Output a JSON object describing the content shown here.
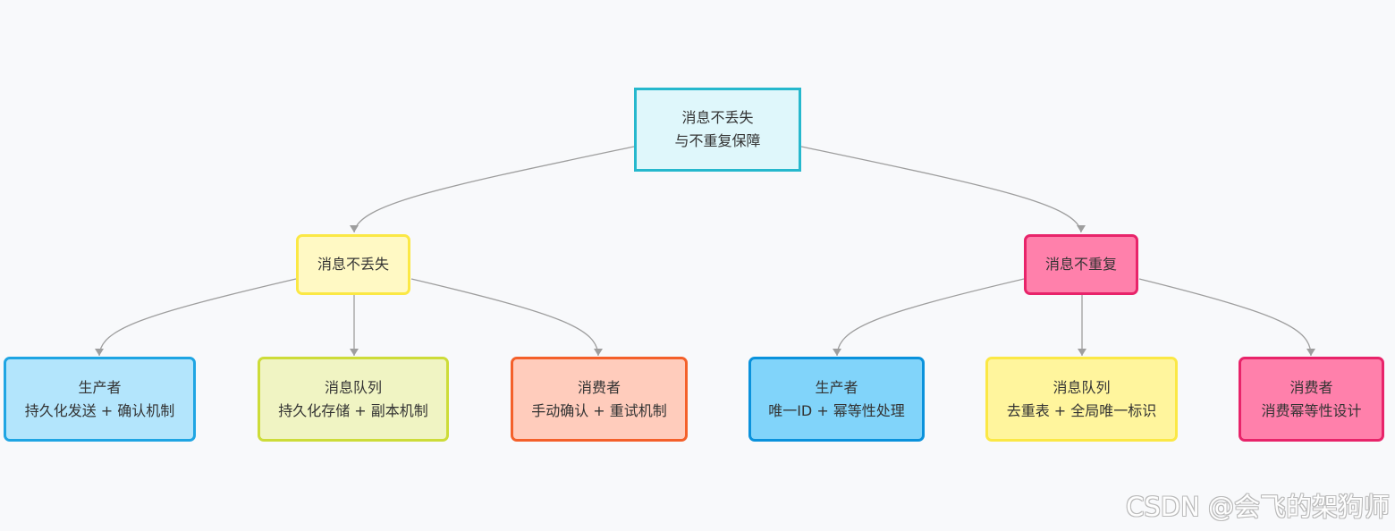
{
  "diagram": {
    "root": {
      "lines": [
        "消息不丢失",
        "与不重复保障"
      ],
      "fill": "#dff7fb",
      "stroke": "#26b8cd"
    },
    "branches": [
      {
        "label": "消息不丢失",
        "fill": "#fff9c4",
        "stroke": "#fbe845",
        "children": [
          {
            "title": "生产者",
            "detail": "持久化发送 + 确认机制",
            "fill": "#b3e5fc",
            "stroke": "#1fa5e3"
          },
          {
            "title": "消息队列",
            "detail": "持久化存储 + 副本机制",
            "fill": "#f0f4c3",
            "stroke": "#cddc39"
          },
          {
            "title": "消费者",
            "detail": "手动确认 + 重试机制",
            "fill": "#ffccbc",
            "stroke": "#f4602a"
          }
        ]
      },
      {
        "label": "消息不重复",
        "fill": "#ff80ab",
        "stroke": "#e8246a",
        "children": [
          {
            "title": "生产者",
            "detail": "唯一ID + 幂等性处理",
            "fill": "#81d4fa",
            "stroke": "#0a92dc"
          },
          {
            "title": "消息队列",
            "detail": "去重表 + 全局唯一标识",
            "fill": "#fff59d",
            "stroke": "#fbe845"
          },
          {
            "title": "消费者",
            "detail": "消费幂等性设计",
            "fill": "#ff80ab",
            "stroke": "#e8246a"
          }
        ]
      }
    ],
    "edge_color": "#9e9e9e"
  },
  "watermark": "CSDN @会飞的架狗师"
}
